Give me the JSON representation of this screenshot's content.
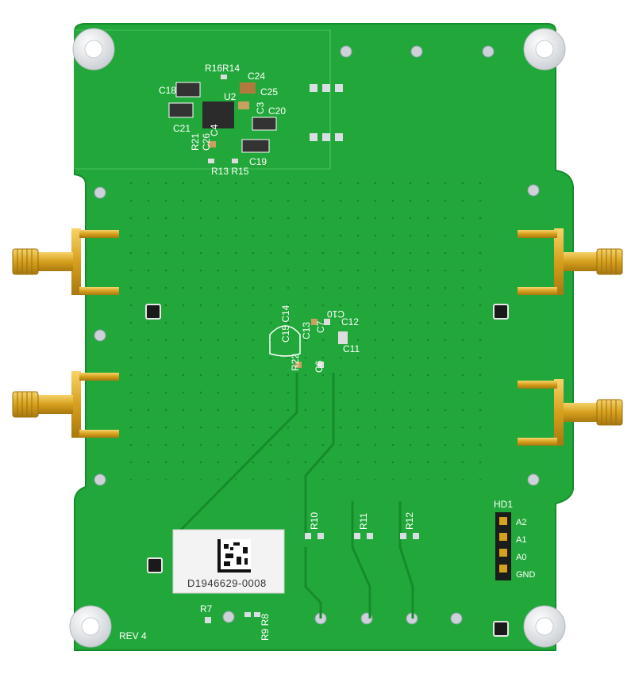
{
  "board": {
    "revision": "REV 4",
    "serial_label": "D1946629-0008",
    "header": {
      "name": "HD1",
      "pins": [
        "A2",
        "A1",
        "A0",
        "GND"
      ]
    },
    "designators": [
      {
        "id": "R16R14",
        "text": "R16R14"
      },
      {
        "id": "C24",
        "text": "C24"
      },
      {
        "id": "C18",
        "text": "C18"
      },
      {
        "id": "C25",
        "text": "C25"
      },
      {
        "id": "U2",
        "text": "U2"
      },
      {
        "id": "C3",
        "text": "C3"
      },
      {
        "id": "C20",
        "text": "C20"
      },
      {
        "id": "C21",
        "text": "C21"
      },
      {
        "id": "C4",
        "text": "C4"
      },
      {
        "id": "R21",
        "text": "R21"
      },
      {
        "id": "C26",
        "text": "C26"
      },
      {
        "id": "C19",
        "text": "C19"
      },
      {
        "id": "R13R15",
        "text": "R13 R15"
      },
      {
        "id": "C15C14",
        "text": "C15 C14"
      },
      {
        "id": "C13",
        "text": "C13"
      },
      {
        "id": "C7",
        "text": "C7"
      },
      {
        "id": "C10",
        "text": "C10"
      },
      {
        "id": "C12",
        "text": "C12"
      },
      {
        "id": "C11",
        "text": "C11"
      },
      {
        "id": "R22",
        "text": "R22"
      },
      {
        "id": "C6",
        "text": "C6"
      },
      {
        "id": "R10",
        "text": "R10"
      },
      {
        "id": "R11",
        "text": "R11"
      },
      {
        "id": "R12",
        "text": "R12"
      },
      {
        "id": "R7",
        "text": "R7"
      },
      {
        "id": "R9R8",
        "text": "R9 R8"
      }
    ]
  },
  "colors": {
    "pcb_green": "#22a83a",
    "pcb_dark": "#1b8f30",
    "copper_gold": "#d4a21c",
    "silkscreen": "#ffffff",
    "standoff": "#e9ecef"
  }
}
